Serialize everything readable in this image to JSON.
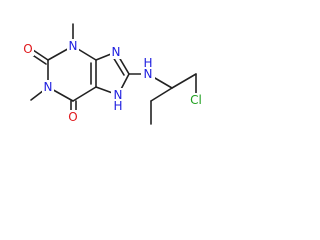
{
  "molecule": {
    "colors": {
      "carbon_bond": "#222222",
      "oxygen": "#e0181c",
      "nitrogen": "#2020e0",
      "chlorine": "#1fa01f",
      "background": "#ffffff"
    },
    "atoms": {
      "o_top": "O",
      "n_top": "N",
      "methyl_top": "",
      "n_left": "N",
      "methyl_left": "",
      "o_bottom": "O",
      "n8_ring": "N",
      "nh_ring": "NH",
      "h_ring": "H",
      "nh_link": "NH",
      "h_link": "H",
      "cl": "Cl"
    }
  }
}
